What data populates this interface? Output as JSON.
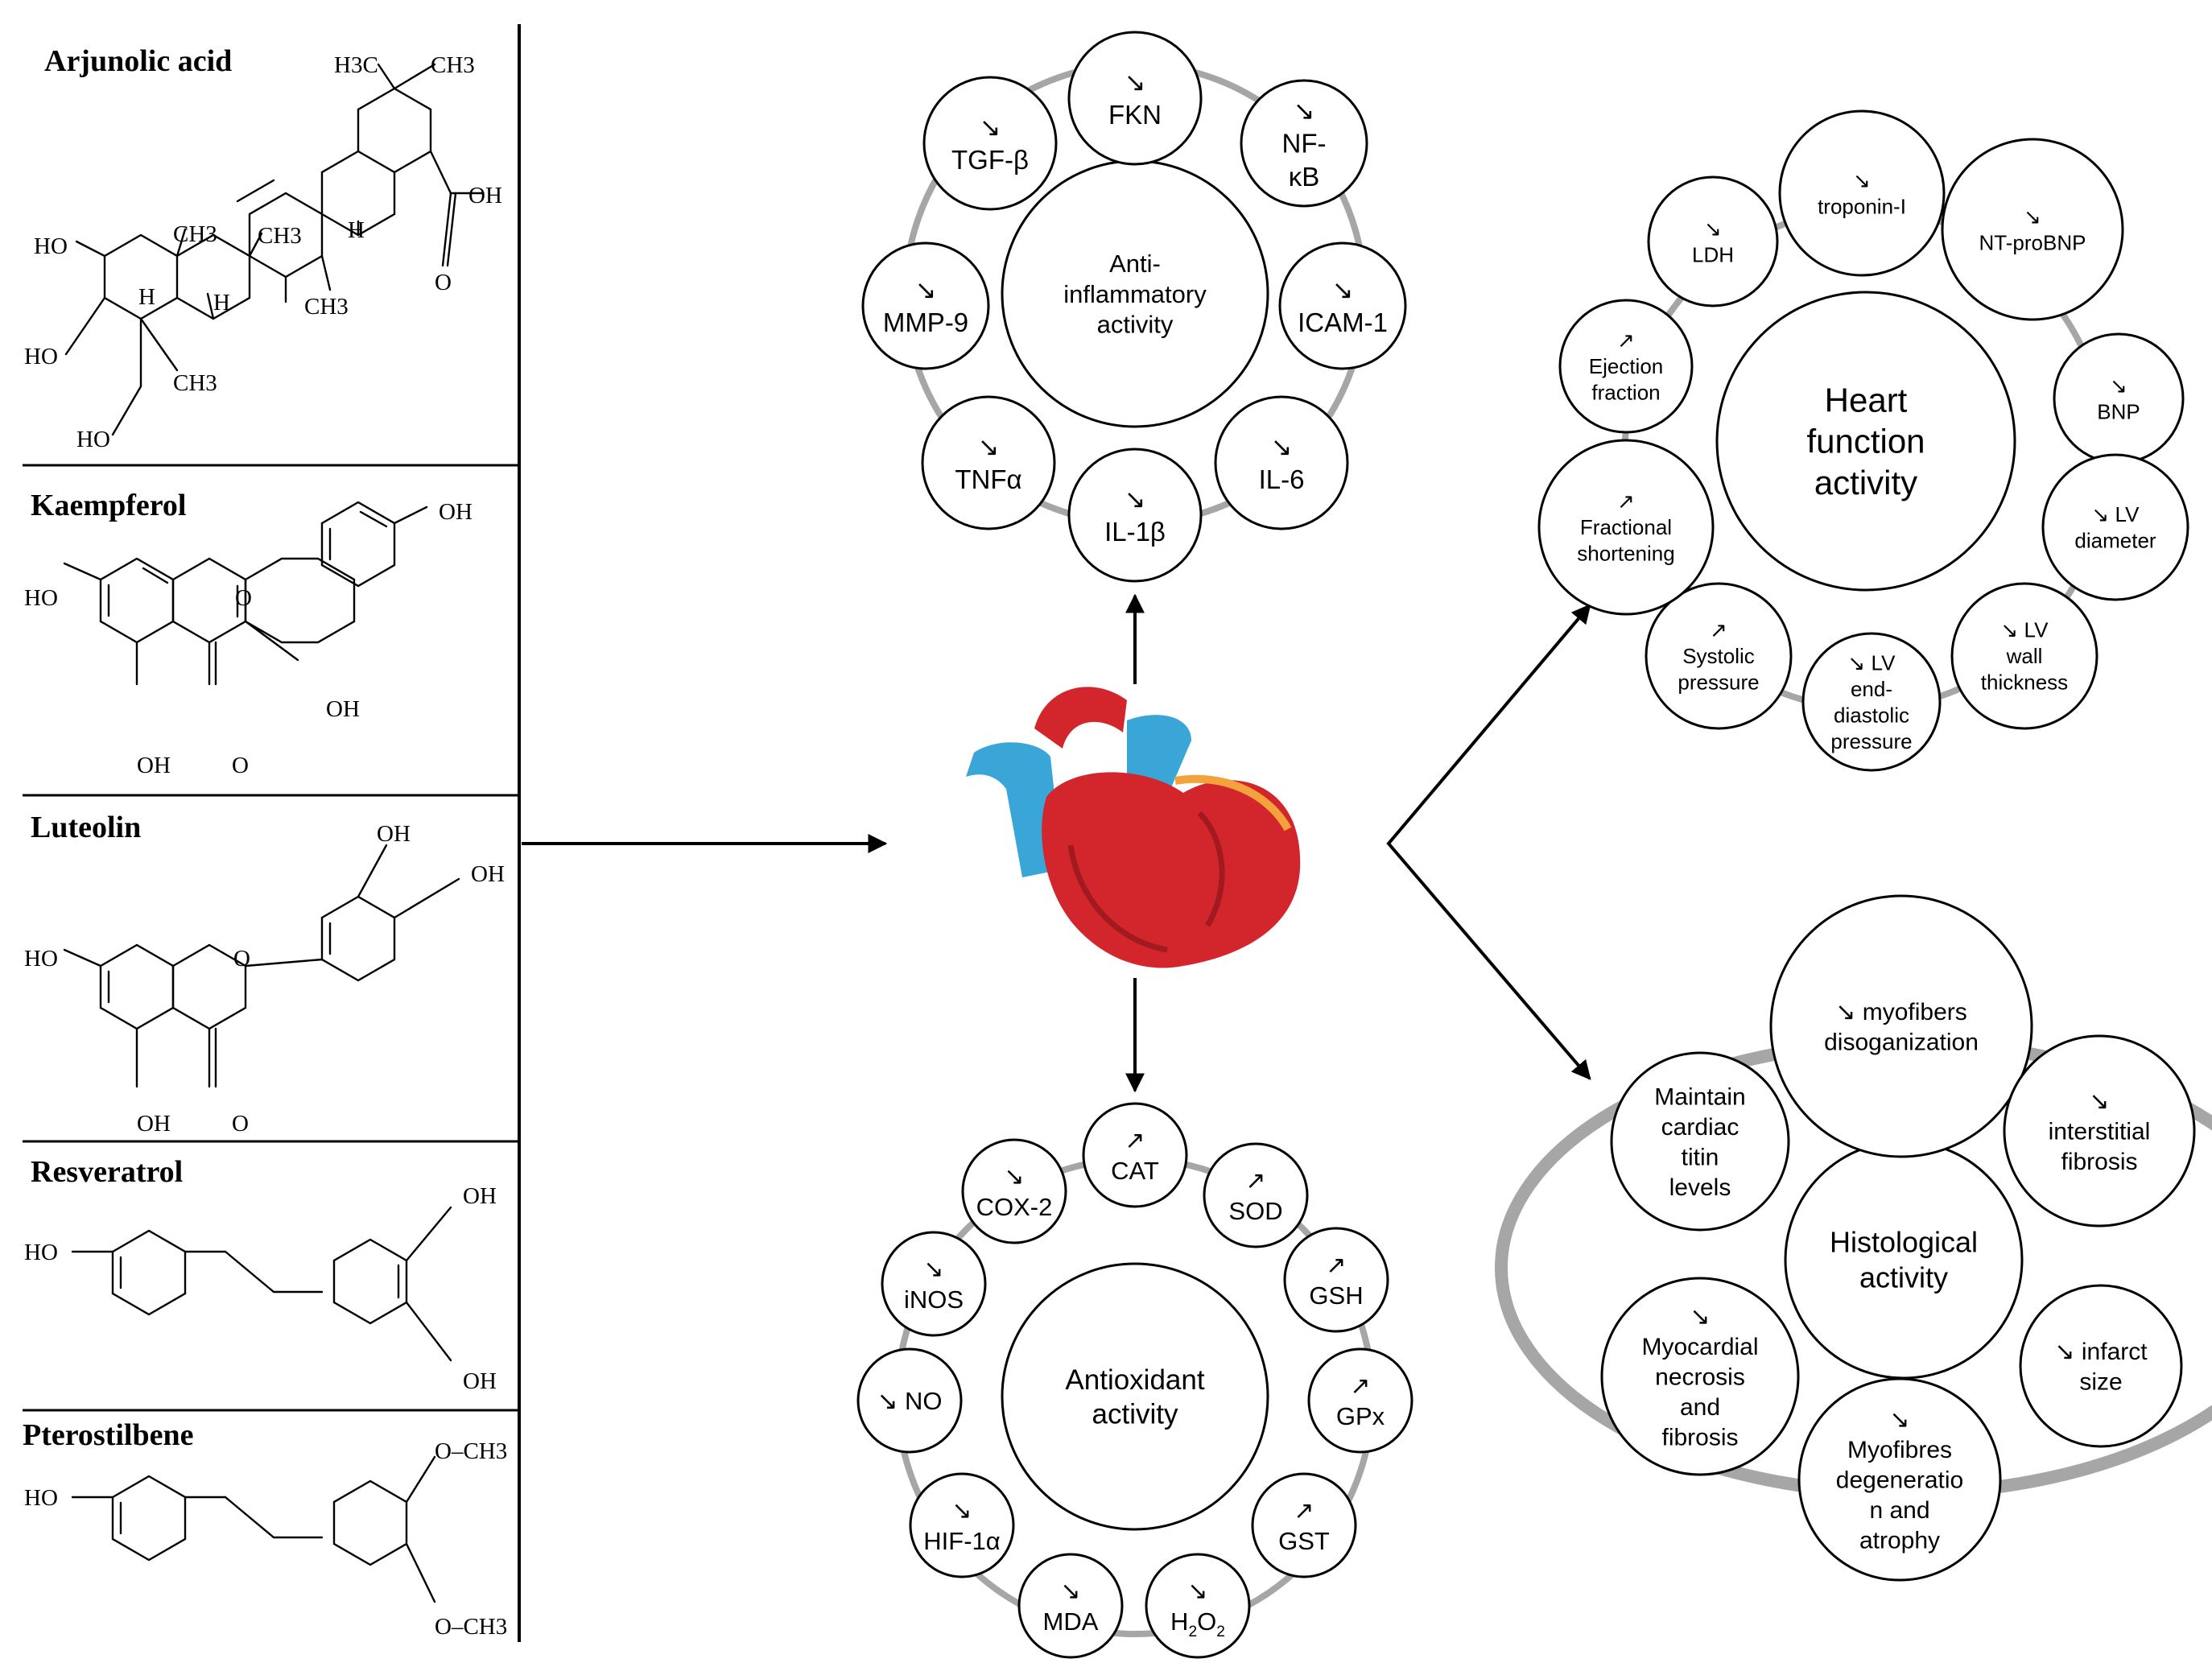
{
  "compounds": [
    {
      "name": "Arjunolic acid",
      "labels": [
        "H3C",
        "CH3",
        "OH",
        "O",
        "HO",
        "HO",
        "HO",
        "CH3",
        "CH3",
        "CH3",
        "CH3",
        "H",
        "H",
        "H"
      ]
    },
    {
      "name": "Kaempferol",
      "labels": [
        "OH",
        "HO",
        "O",
        "OH",
        "OH",
        "O"
      ]
    },
    {
      "name": "Luteolin",
      "labels": [
        "OH",
        "OH",
        "HO",
        "O",
        "OH",
        "O"
      ]
    },
    {
      "name": "Resveratrol",
      "labels": [
        "HO",
        "OH",
        "OH"
      ]
    },
    {
      "name": "Pterostilbene",
      "labels": [
        "HO",
        "O–CH3",
        "O–CH3"
      ]
    }
  ],
  "clusters": [
    {
      "id": "anti-inflammatory",
      "center": "Anti-\ninflammatory\nactivity",
      "nodes": [
        {
          "arrow": "↘",
          "label": "FKN"
        },
        {
          "arrow": "↘",
          "label": "NF-\nκB"
        },
        {
          "arrow": "↘",
          "label": "ICAM-1"
        },
        {
          "arrow": "↘",
          "label": "IL-6"
        },
        {
          "arrow": "↘",
          "label": "IL-1β"
        },
        {
          "arrow": "↘",
          "label": "TNFα"
        },
        {
          "arrow": "↘",
          "label": "MMP-9"
        },
        {
          "arrow": "↘",
          "label": "TGF-β"
        }
      ]
    },
    {
      "id": "antioxidant",
      "center": "Antioxidant\nactivity",
      "nodes": [
        {
          "arrow": "↗",
          "label": "CAT"
        },
        {
          "arrow": "↗",
          "label": "SOD"
        },
        {
          "arrow": "↗",
          "label": "GSH"
        },
        {
          "arrow": "↗",
          "label": "GPx"
        },
        {
          "arrow": "↗",
          "label": "GST"
        },
        {
          "arrow": "↘",
          "label": "H2O2"
        },
        {
          "arrow": "↘",
          "label": "MDA"
        },
        {
          "arrow": "↘",
          "label": "HIF-1α"
        },
        {
          "arrow": "↘",
          "label": "NO"
        },
        {
          "arrow": "↘",
          "label": "iNOS"
        },
        {
          "arrow": "↘",
          "label": "COX-2"
        }
      ]
    },
    {
      "id": "heart-function",
      "center": "Heart\nfunction\nactivity",
      "nodes": [
        {
          "arrow": "↘",
          "label": "troponin-I"
        },
        {
          "arrow": "↘",
          "label": "NT-proBNP"
        },
        {
          "arrow": "↘",
          "label": "BNP"
        },
        {
          "arrow": "↘",
          "label": "LV\ndiameter"
        },
        {
          "arrow": "↘",
          "label": "LV\nwall\nthickness"
        },
        {
          "arrow": "↘",
          "label": "LV\nend-\ndiastolic\npressure"
        },
        {
          "arrow": "↗",
          "label": "Systolic\npressure"
        },
        {
          "arrow": "↗",
          "label": "Fractional\nshortening"
        },
        {
          "arrow": "↗",
          "label": "Ejection\nfraction"
        },
        {
          "arrow": "↘",
          "label": "LDH"
        }
      ]
    },
    {
      "id": "histological",
      "center": "Histological\nactivity",
      "nodes": [
        {
          "arrow": "↘",
          "label": "myofibers\ndisoganization"
        },
        {
          "arrow": "↘",
          "label": "interstitial\nfibrosis"
        },
        {
          "arrow": "↘",
          "label": "infarct\nsize"
        },
        {
          "arrow": "↘",
          "label": "Myofibres\ndegeneratio\nn and\natrophy"
        },
        {
          "arrow": "↘",
          "label": "Myocardial\nnecrosis\nand\nfibrosis"
        },
        {
          "arrow": "",
          "label": "Maintain\ncardiac\ntitin\nlevels"
        }
      ]
    }
  ],
  "colors": {
    "heart_red": "#d3262c",
    "heart_dark_red": "#a01a1f",
    "vessel_blue": "#3aa6d8",
    "ring_gray": "#a6a6a6",
    "accent_orange": "#f4a23c"
  }
}
